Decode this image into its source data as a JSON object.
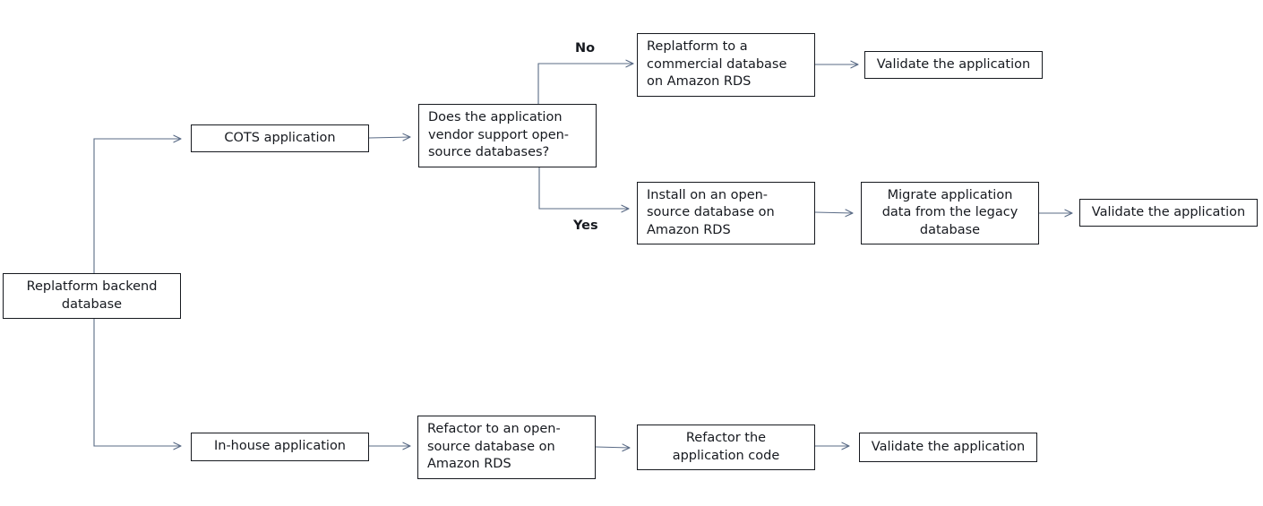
{
  "nodes": {
    "start": "Replatform backend\ndatabase",
    "cots": "COTS application",
    "inhouse": "In-house application",
    "question": "Does the application\nvendor support open-\nsource databases?",
    "commercial": "Replatform to a\ncommercial database\non Amazon RDS",
    "validate_commercial": "Validate the application",
    "install_open": "Install on an open-\nsource database on\nAmazon RDS",
    "migrate": "Migrate application\ndata from the legacy\ndatabase",
    "validate_migrate": "Validate the application",
    "refactor_db": "Refactor to an open-\nsource database on\nAmazon RDS",
    "refactor_code": "Refactor the\napplication code",
    "validate_refactor": "Validate the application"
  },
  "edge_labels": {
    "no": "No",
    "yes": "Yes"
  },
  "colors": {
    "connector": "#5a6b86",
    "border": "#16191f",
    "text": "#16191f"
  }
}
